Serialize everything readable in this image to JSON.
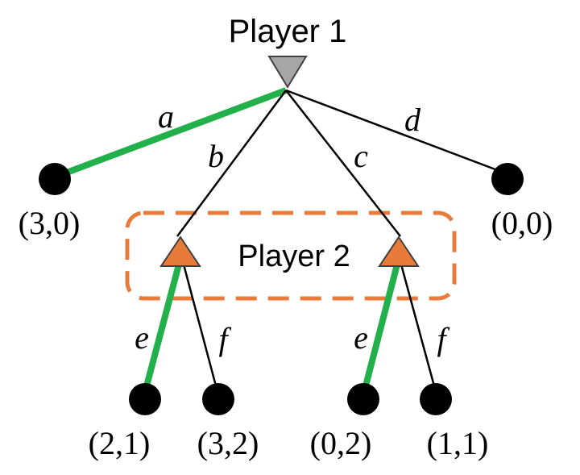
{
  "players": {
    "player1": "Player 1",
    "player2": "Player 2"
  },
  "actions": {
    "a": "a",
    "b": "b",
    "c": "c",
    "d": "d",
    "e_left": "e",
    "f_left": "f",
    "e_right": "e",
    "f_right": "f"
  },
  "payoffs": {
    "a": "(3,0)",
    "d": "(0,0)",
    "be": "(2,1)",
    "bf": "(3,2)",
    "ce": "(0,2)",
    "cf": "(1,1)"
  },
  "highlighted_actions": [
    "a",
    "e",
    "e"
  ],
  "colors": {
    "highlight_edge": "#22b04b",
    "info_set": "#e87b3a",
    "player2_node": "#e87b3a",
    "player1_node": "#a6a6a6",
    "edge": "#000000",
    "terminal": "#000000"
  }
}
